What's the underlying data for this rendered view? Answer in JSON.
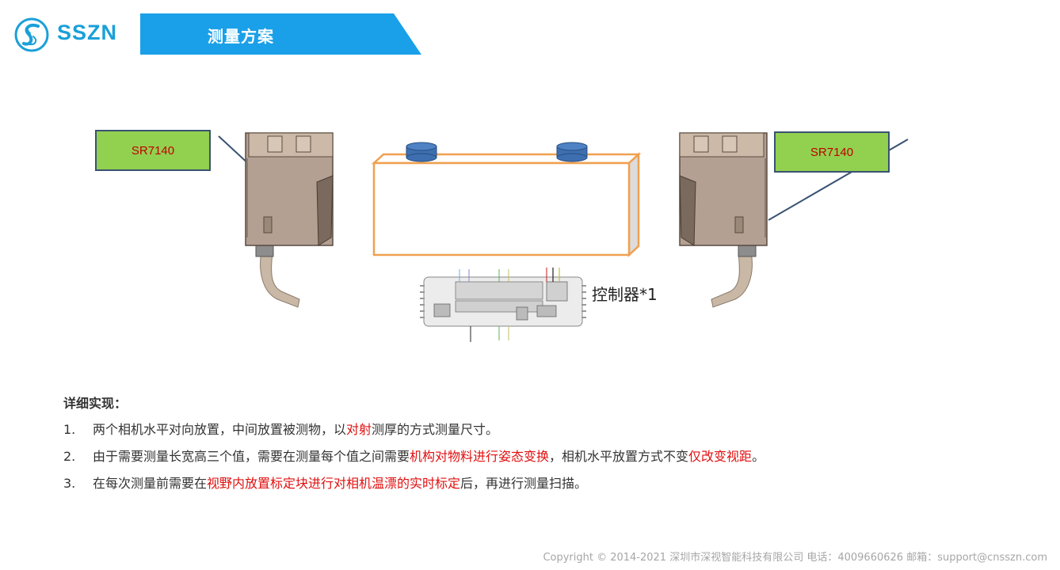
{
  "brand": {
    "logo_text": "SSZN",
    "accent": "#1aa0d8",
    "banner_color": "#1aa0e8"
  },
  "header": {
    "title": "测量方案"
  },
  "diagram": {
    "sensor_left_label": "SR7140",
    "sensor_right_label": "SR7140",
    "controller_label": "控制器*1",
    "label_fill": "#92d050",
    "label_text_color": "#c00000",
    "object_outline": "#f0a050"
  },
  "details": {
    "heading": "详细实现：",
    "items": [
      {
        "num": "1.",
        "parts": [
          "两个相机水平对向放置，中间放置被测物，以",
          "对射",
          "测厚的方式测量尺寸。"
        ]
      },
      {
        "num": "2.",
        "parts": [
          "由于需要测量长宽高三个值，需要在测量每个值之间需要",
          "机构对物料进行姿态变换",
          "，相机水平放置方式不变",
          "仅改变视距",
          "。"
        ]
      },
      {
        "num": "3.",
        "parts": [
          "在每次测量前需要在",
          "视野内放置标定块进行对相机温漂的实时标定",
          "后，再进行测量扫描。"
        ]
      }
    ]
  },
  "footer": {
    "text": "Copyright © 2014-2021 深圳市深视智能科技有限公司  电话：4009660626 邮箱：support@cnsszn.com"
  }
}
